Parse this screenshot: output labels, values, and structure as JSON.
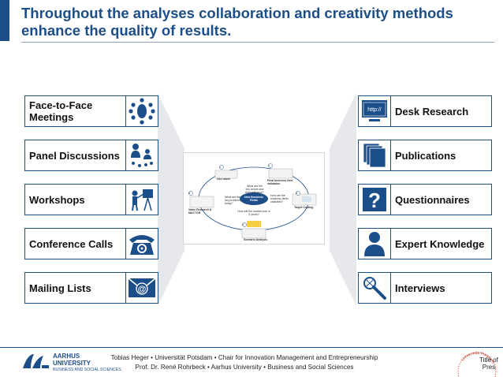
{
  "header": {
    "title_line1": "Throughout the analyses collaboration and creativity methods",
    "title_line2": "enhance the quality of results."
  },
  "left_methods": [
    {
      "label": "Face-to-Face Meetings",
      "icon": "face-to-face-icon"
    },
    {
      "label": "Panel Discussions",
      "icon": "panel-icon"
    },
    {
      "label": "Workshops",
      "icon": "workshop-icon"
    },
    {
      "label": "Conference Calls",
      "icon": "phone-icon"
    },
    {
      "label": "Mailing Lists",
      "icon": "mail-icon"
    }
  ],
  "right_methods": [
    {
      "label": "Desk Research",
      "icon": "browser-icon",
      "icon_text": "http://"
    },
    {
      "label": "Publications",
      "icon": "documents-icon"
    },
    {
      "label": "Questionnaires",
      "icon": "question-icon",
      "icon_text": "?"
    },
    {
      "label": "Expert Knowledge",
      "icon": "expert-icon"
    },
    {
      "label": "Interviews",
      "icon": "microphone-icon"
    }
  ],
  "diagram": {
    "nodes": [
      {
        "num": "1",
        "label": "Use cases"
      },
      {
        "num": "2",
        "label": "Final business field validation"
      },
      {
        "num": "3",
        "label": "Target Costing"
      },
      {
        "num": "4",
        "label": "Scenario Analysis"
      },
      {
        "num": "5",
        "label": "Value Research & MACTOR"
      }
    ],
    "center_label": "New Business Fields",
    "q1": "What are the key actors and their influence?",
    "q2": "What are the key problems today?",
    "q3": "How are the business fields validated?",
    "q4": "How will the market look in 5 years?"
  },
  "footer": {
    "line1": "Tobias Heger • Universität Potsdam • Chair for Innovation Management and Entrepreneurship",
    "line2": "Prof. Dr. René Rohrbeck • Aarhus University •  Business and Social Sciences",
    "logo_line1": "AARHUS",
    "logo_line2": "UNIVERSITY",
    "logo_line3": "BUSINESS AND SOCIAL SCIENCES",
    "seal_text": "Universität Potsdam",
    "seal_title": "Title of Pres"
  },
  "colors": {
    "primary": "#1c4f8a",
    "fan": "#e6e8eb"
  }
}
